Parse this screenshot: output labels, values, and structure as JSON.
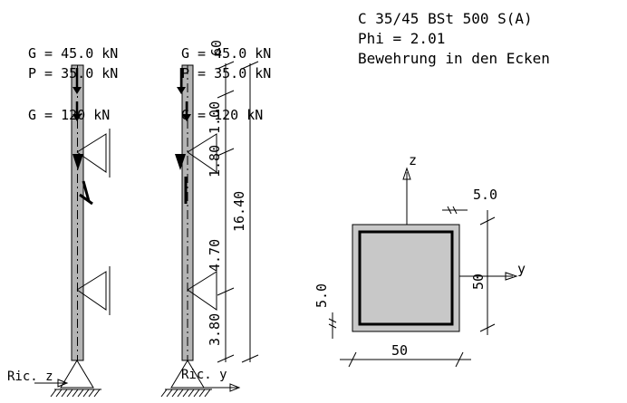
{
  "material": {
    "line1": "C 35/45  BSt 500 S(A)",
    "line2": "Phi = 2.01",
    "line3": "Bewehrung in den Ecken"
  },
  "column_z": {
    "load_g_top": "G = 45.0 kN",
    "load_p_top": "P = 35.0 kN",
    "load_g_mid": "G = 120 kN",
    "support_label": "Ric. z"
  },
  "column_y": {
    "load_g_top": "G = 45.0 kN",
    "load_p_top": "P = 35.0 kN",
    "load_g_mid": "G = 120 kN",
    "support_label": "Ric. y"
  },
  "elevation_dims": {
    "top": "60",
    "upper": "1.00",
    "upper2": "1.80",
    "segment_mid": "4.70",
    "segment_low": "3.80",
    "total": "16.40"
  },
  "section": {
    "axis_z": "z",
    "axis_y": "y",
    "cover_top": "5.0",
    "cover_left": "5.0",
    "width": "50",
    "height": "50"
  },
  "colors": {
    "column_fill": "#b4b4b4",
    "section_fill": "#c8c8c8",
    "line": "#000000"
  }
}
